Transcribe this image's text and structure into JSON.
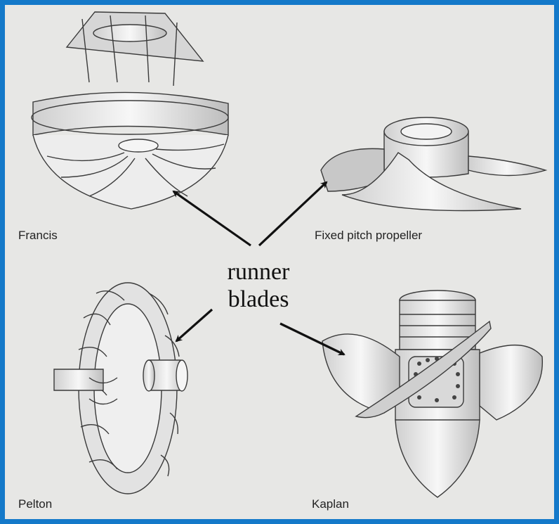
{
  "diagram": {
    "center_label": {
      "line1": "runner",
      "line2": "blades"
    },
    "turbines": [
      {
        "id": "francis",
        "caption": "Francis"
      },
      {
        "id": "fixed-pitch-propeller",
        "caption": "Fixed pitch propeller"
      },
      {
        "id": "pelton",
        "caption": "Pelton"
      },
      {
        "id": "kaplan",
        "caption": "Kaplan"
      }
    ]
  },
  "colors": {
    "frame_border": "#1479c9",
    "background": "#e7e7e5",
    "ink": "#222222"
  }
}
